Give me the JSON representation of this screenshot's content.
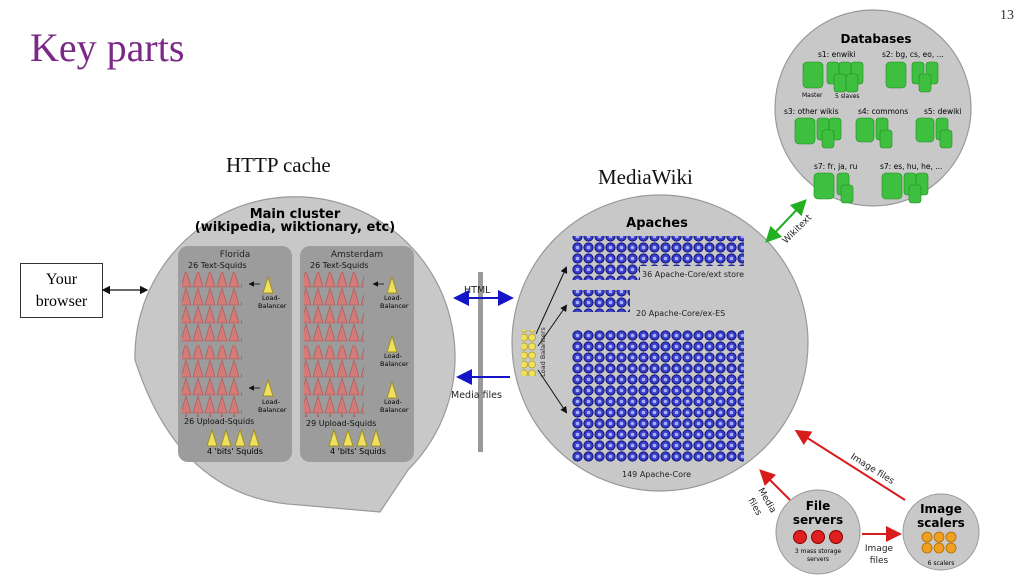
{
  "slide": {
    "title": "Key parts",
    "page_number": "13"
  },
  "labels": {
    "http_cache": "HTTP cache",
    "mediawiki": "MediaWiki",
    "browser_line1": "Your",
    "browser_line2": "browser"
  },
  "cache": {
    "title_line1": "Main cluster",
    "title_line2": "(wikipedia, wiktionary, etc)",
    "florida": {
      "name": "Florida",
      "text_squids": "26 Text-Squids",
      "upload_squids": "26 Upload-Squids",
      "bits": "4 'bits' Squids"
    },
    "amsterdam": {
      "name": "Amsterdam",
      "text_squids": "26 Text-Squids",
      "upload_squids": "29 Upload-Squids",
      "bits": "4 'bits' Squids"
    },
    "lb_line1": "Load-",
    "lb_line2": "Balancer"
  },
  "links": {
    "html": "HTML",
    "media_files": "Media files",
    "wikitext": "Wikitext",
    "image_files": "Image files",
    "media_files_stacked": [
      "Media",
      "files"
    ],
    "image_files_stacked": [
      "Image",
      "files"
    ]
  },
  "apaches": {
    "title": "Apaches",
    "load_balancers": "Load Balancers",
    "group1": "36 Apache-Core/ext store",
    "group2": "20 Apache-Core/ex-ES",
    "group3": "149 Apache-Core"
  },
  "databases": {
    "title": "Databases",
    "s1": "s1: enwiki",
    "s2": "s2: bg, cs, eo, ...",
    "master": "Master",
    "slaves": "5 slaves",
    "s3": "s3: other wikis",
    "s4": "s4: commons",
    "s5": "s5: dewiki",
    "s7": "s7: fr, ja, ru",
    "s8": "s7: es, hu, he, ..."
  },
  "file_servers": {
    "line1": "File",
    "line2": "servers",
    "sub1": "3 mass storage",
    "sub2": "servers"
  },
  "image_scalers": {
    "line1": "Image",
    "line2": "scalers",
    "sub": "6 scalers"
  },
  "colors": {
    "title": "#7a2a86",
    "squid": "#d47a78",
    "apache": "#3a3fc9",
    "db": "#3fbf3f",
    "bits": "#f0e060",
    "link_blue": "#1414c8",
    "link_red": "#d81c1c",
    "link_green": "#22b022"
  }
}
